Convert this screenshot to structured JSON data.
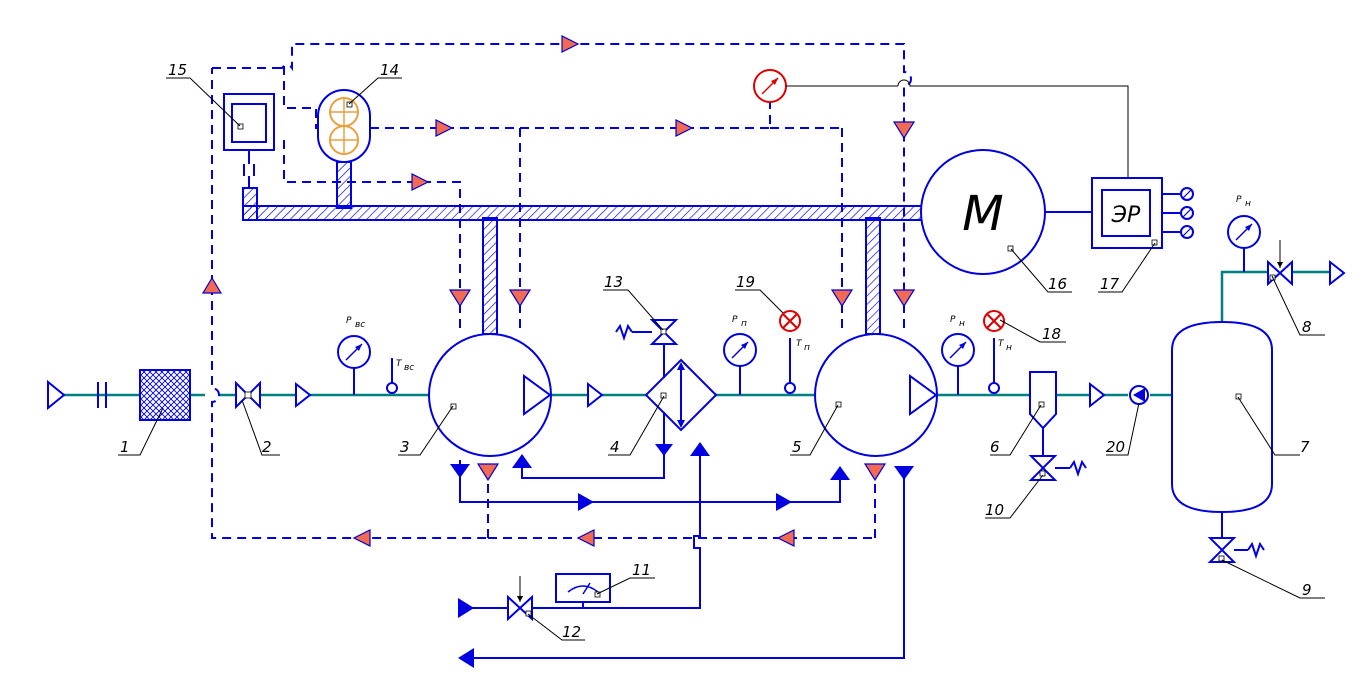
{
  "labels": [
    "1",
    "2",
    "3",
    "4",
    "5",
    "6",
    "7",
    "8",
    "9",
    "10",
    "11",
    "12",
    "13",
    "14",
    "15",
    "16",
    "17",
    "18",
    "19",
    "20"
  ],
  "gauges": {
    "p_suction": "Р",
    "p_suction_sub": "вс",
    "t_suction": "Т",
    "t_suction_sub": "вс",
    "p_mid": "Р",
    "p_mid_sub": "п",
    "t_mid": "Т",
    "t_mid_sub": "п",
    "p_out": "Р",
    "p_out_sub": "н",
    "t_out": "Т",
    "t_out_sub": "н",
    "p_vessel": "Р",
    "p_vessel_sub": "н"
  },
  "motor_letter": "М",
  "control_panel_text": "ЭР",
  "colors": {
    "process_line": "#008080",
    "oil_line": "#0000e0",
    "arrow_fill": "#f26a4f",
    "alarm": "#e00000"
  }
}
